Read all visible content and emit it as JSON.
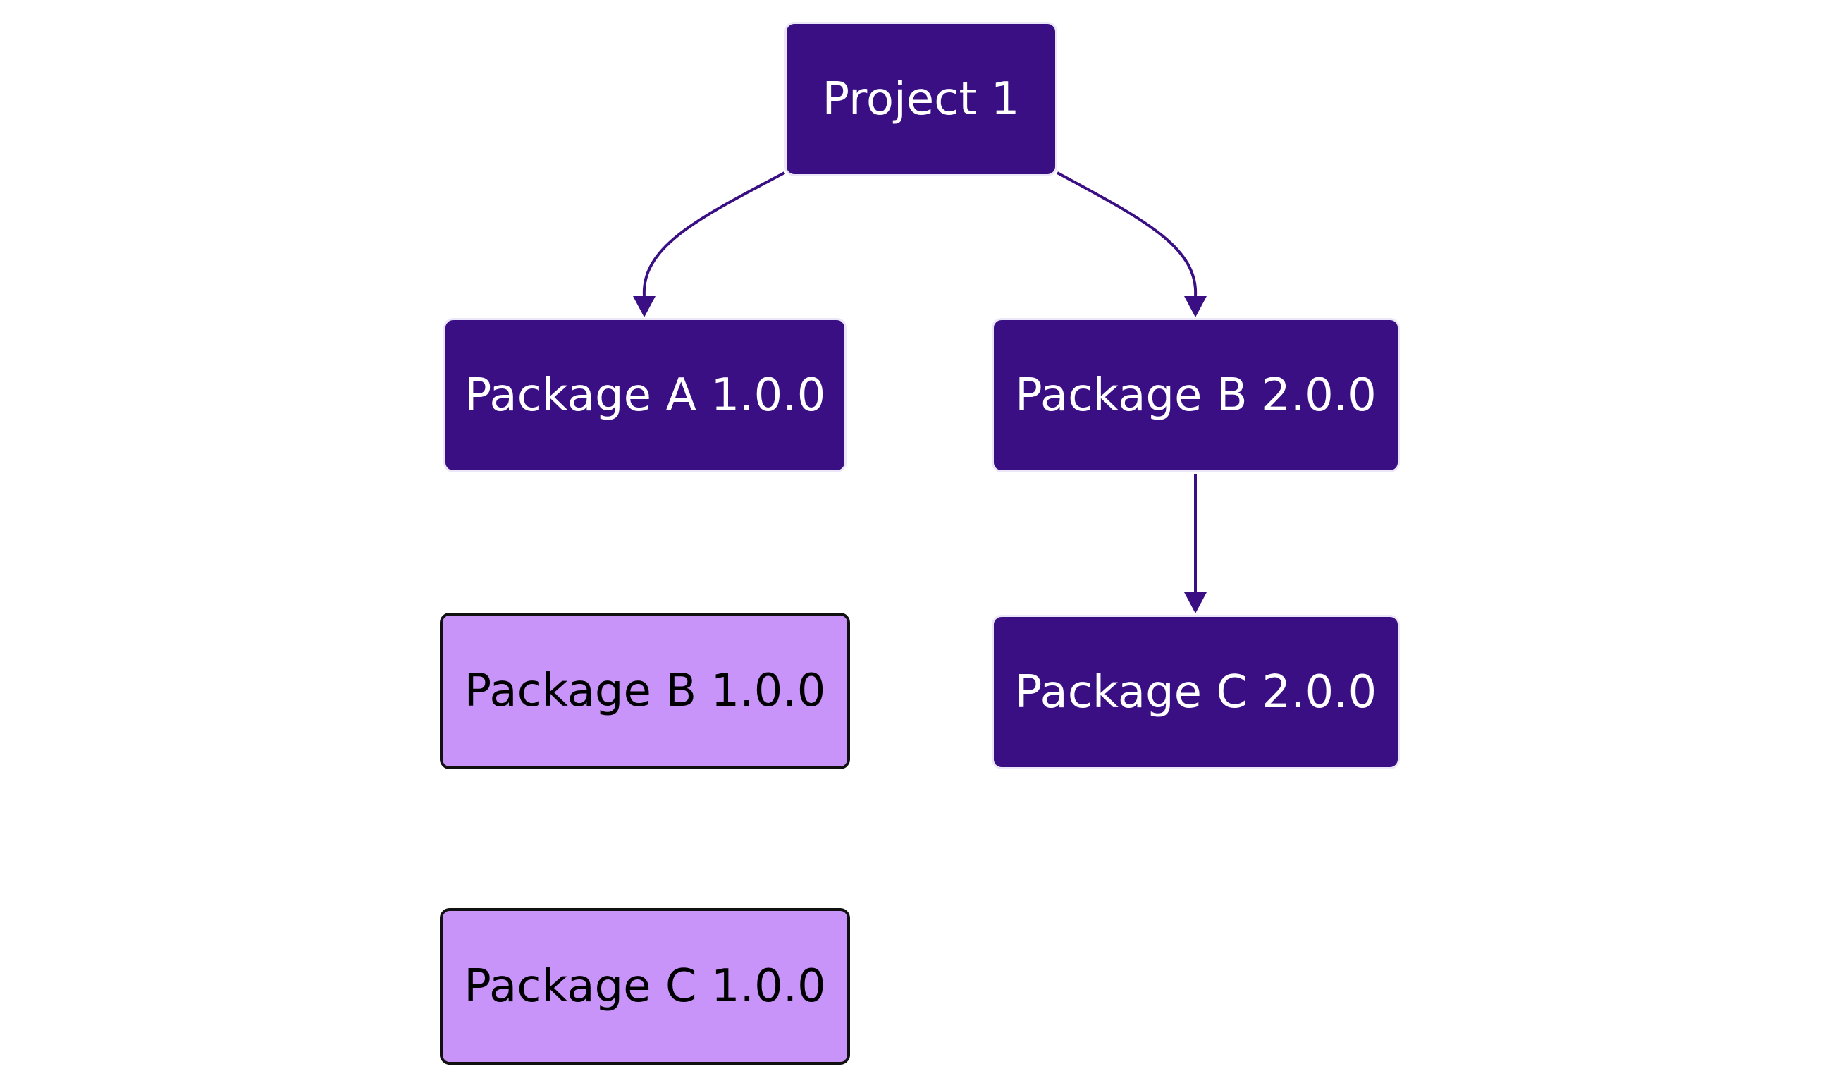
{
  "nodes": {
    "project": {
      "label": "Project 1"
    },
    "package_a_1": {
      "label": "Package A 1.0.0"
    },
    "package_b_2": {
      "label": "Package B 2.0.0"
    },
    "package_b_1": {
      "label": "Package B 1.0.0"
    },
    "package_c_2": {
      "label": "Package C 2.0.0"
    },
    "package_c_1": {
      "label": "Package C 1.0.0"
    }
  },
  "edges": [
    {
      "from": "project",
      "to": "package_a_1"
    },
    {
      "from": "project",
      "to": "package_b_2"
    },
    {
      "from": "package_b_2",
      "to": "package_c_2"
    }
  ],
  "colors": {
    "used_fill": "#3b0f84",
    "used_text": "#ffffff",
    "unused_fill": "#c994f9",
    "unused_text": "#000000",
    "edge": "#3b0f84"
  }
}
